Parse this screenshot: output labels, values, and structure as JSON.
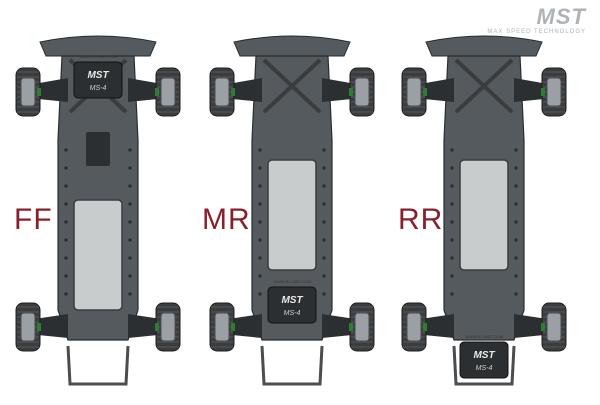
{
  "brand": {
    "logo": "MST",
    "tagline": "MAX SPEED TECHNOLOGY"
  },
  "colors": {
    "label": "#8a1f2a",
    "chassis": "#555a5e",
    "chassis_dark": "#2c2f31",
    "tire": "#3a3c3e",
    "rim": "#9aa0a4",
    "hub_accent": "#2e7d32",
    "plate": "#c9cccd",
    "logo_grey": "#aeb3b8"
  },
  "chassis": [
    {
      "id": "ff",
      "label": "FF",
      "motor_position": "front",
      "motor_logo": "MST",
      "motor_model": "MS-4",
      "motor_url": "WWW.RC-MST.COM"
    },
    {
      "id": "mr",
      "label": "MR",
      "motor_position": "mid",
      "motor_logo": "MST",
      "motor_model": "MS-4",
      "motor_url": "WWW.RC-MST.COM"
    },
    {
      "id": "rr",
      "label": "RR",
      "motor_position": "rear",
      "motor_logo": "MST",
      "motor_model": "MS-4",
      "motor_url": "WWW.RC-MST.COM"
    }
  ]
}
